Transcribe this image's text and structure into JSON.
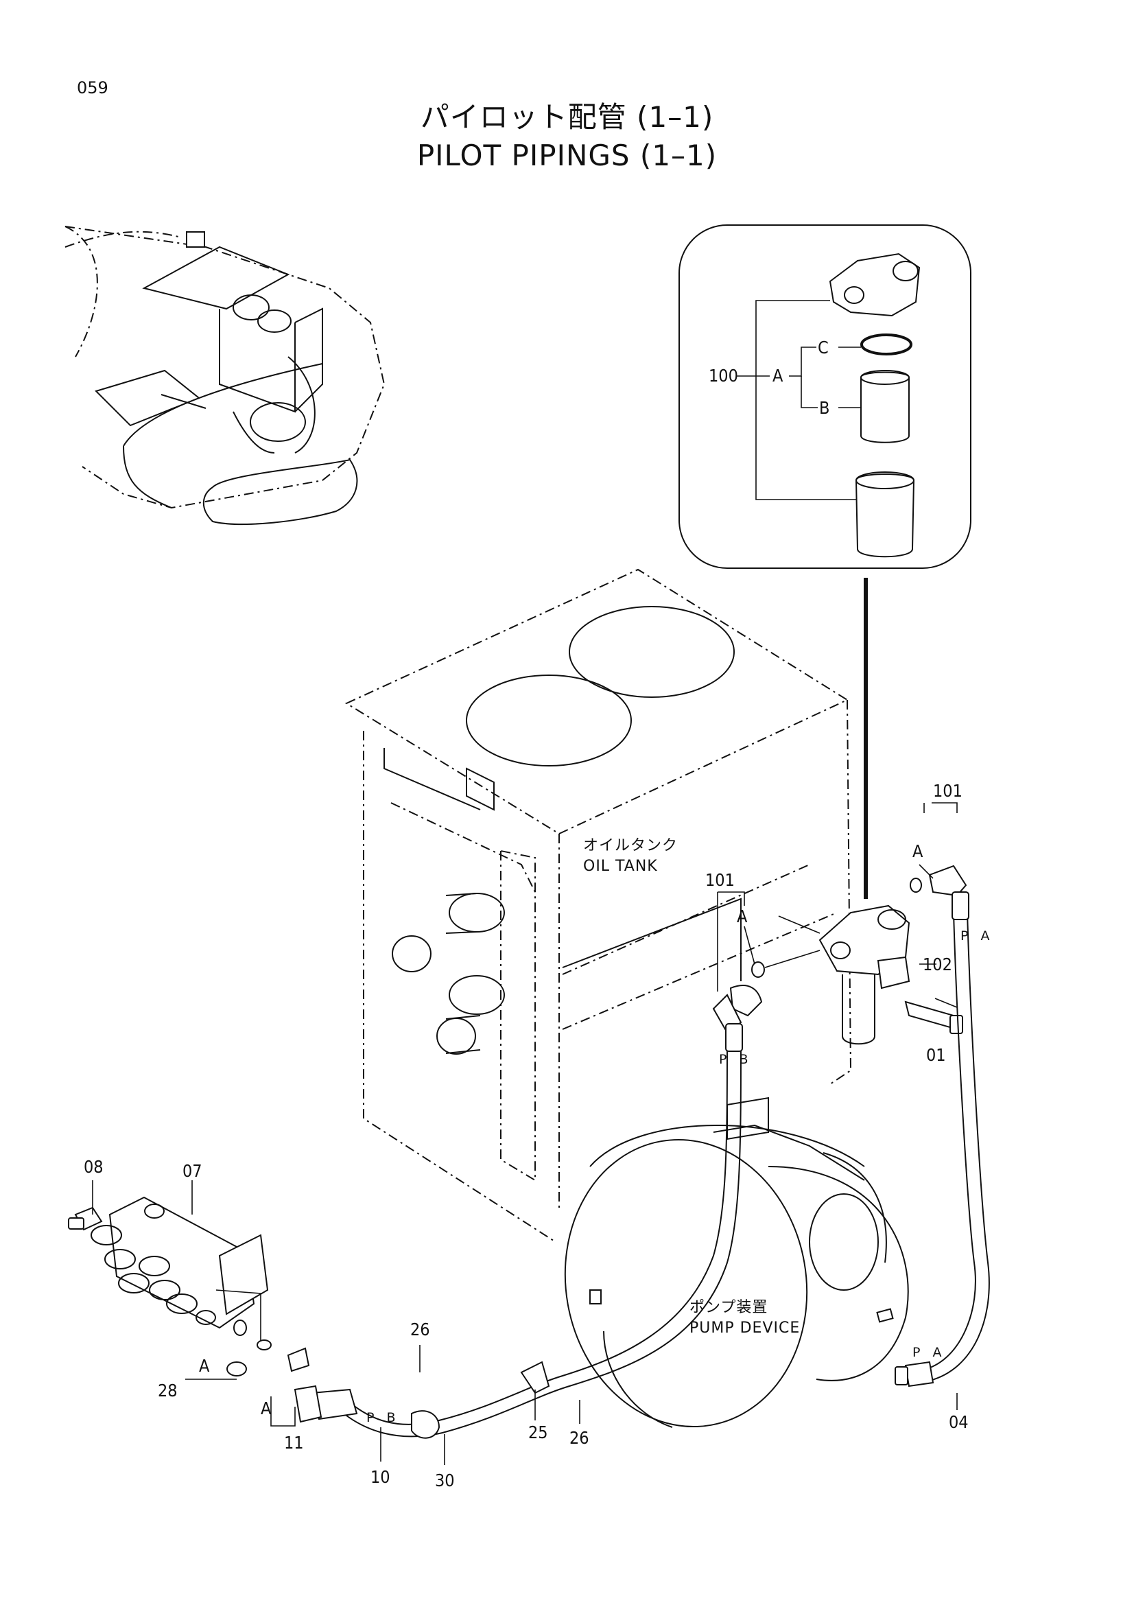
{
  "page_number": "059",
  "title_jp": "パイロット配管 (1–1)",
  "title_en": "PILOT PIPINGS (1–1)",
  "areas": {
    "oil_tank_jp": "オイルタンク",
    "oil_tank_en": "OIL TANK",
    "pump_device_jp": "ポンプ装置",
    "pump_device_en": "PUMP DEVICE"
  },
  "callouts": {
    "p100": "100",
    "p101_top": "101",
    "p101_mid": "101",
    "p102": "102",
    "p01": "01",
    "p04": "04",
    "p07": "07",
    "p08": "08",
    "p10": "10",
    "p11": "11",
    "p25": "25",
    "p26_top": "26",
    "p26_bottom": "26",
    "p28": "28",
    "p30": "30"
  },
  "sub_labels": {
    "a_detail": "A",
    "b_detail": "B",
    "c_detail": "C",
    "a_101_top": "A",
    "a_101_mid": "A",
    "a_07_upper": "A",
    "a_07_lower": "A"
  },
  "port_labels": {
    "pa_upper": "P A",
    "pa_lower": "P A",
    "pb_upper": "P B",
    "pb_lower": "P B"
  }
}
